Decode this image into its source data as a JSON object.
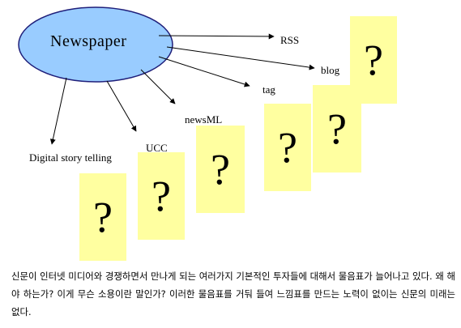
{
  "hub": {
    "label": "Newspaper"
  },
  "targets": {
    "rss": "RSS",
    "blog": "blog",
    "tag": "tag",
    "newsml": "newsML",
    "ucc": "UCC",
    "digital_story": "Digital story telling"
  },
  "question_mark": "?",
  "caption": "신문이 인터넷 미디어와 경쟁하면서 만나게 되는 여러가지 기본적인 투자들에 대해서 물음표가 늘어나고 있다. 왜 해야 하는가? 이게 무슨 소용이란 말인가? 이러한 물음표를 거둬 들여 느낌표를 만드는 노력이 없이는 신문의 미래는 없다.",
  "colors": {
    "hub_fill": "#99ccff",
    "hub_stroke": "#1f1f7a",
    "box_fill": "#ffffa0",
    "arrow": "#000000"
  }
}
